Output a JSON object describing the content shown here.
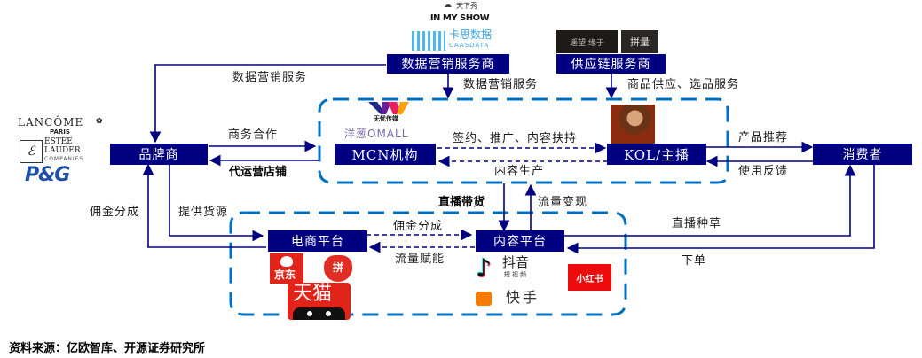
{
  "nodes": {
    "brand": "品牌商",
    "data_marketing_provider": "数据营销服务商",
    "supply_chain_provider": "供应链服务商",
    "mcn": "MCN机构",
    "kol": "KOL/主播",
    "consumer": "消费者",
    "ecommerce_platform": "电商平台",
    "content_platform": "内容平台"
  },
  "edge_labels": {
    "data_marketing_to_brand": "数据营销服务",
    "data_marketing_to_mcn": "数据营销服务",
    "supply_to_kol": "商品供应、选品服务",
    "brand_to_mcn": "商务合作",
    "mcn_to_brand": "代运营店铺",
    "mcn_to_kol": "签约、推广、内容扶持",
    "kol_to_mcn": "内容生产",
    "kol_to_consumer": "产品推荐",
    "consumer_to_kol": "使用反馈",
    "ecom_to_brand": "佣金分成",
    "brand_to_ecom": "提供货源",
    "ecom_to_content": "佣金分成",
    "content_to_ecom": "流量赋能",
    "live_commerce": "直播带货",
    "traffic_monetization": "流量变现",
    "content_to_consumer": "直播种草",
    "consumer_to_content": "下单"
  },
  "logos": {
    "brands": [
      "LANCÔME",
      "PARIS",
      "ESTÉE",
      "LAUDER",
      "COMPANIES",
      "P&G"
    ],
    "data_marketing": [
      "天下秀",
      "IN MY SHOW",
      "卡思数据",
      "CAASDATA"
    ],
    "supply_chain": [
      "遥望 缘于",
      "拼量"
    ],
    "mcn": [
      "无忧传媒",
      "洋葱OMALL"
    ],
    "ecommerce": [
      "京东",
      "拼",
      "天猫"
    ],
    "content": [
      "抖音",
      "短视频",
      "快手",
      "小红书"
    ]
  },
  "source_note": "资料来源：亿欧智库、开源证券研究所",
  "colors": {
    "node_fill": "#000080",
    "dashed_border": "#0070C0",
    "arrow": "#000080",
    "tmall_red": "#E2231A",
    "xhs_red": "#FF2442"
  }
}
